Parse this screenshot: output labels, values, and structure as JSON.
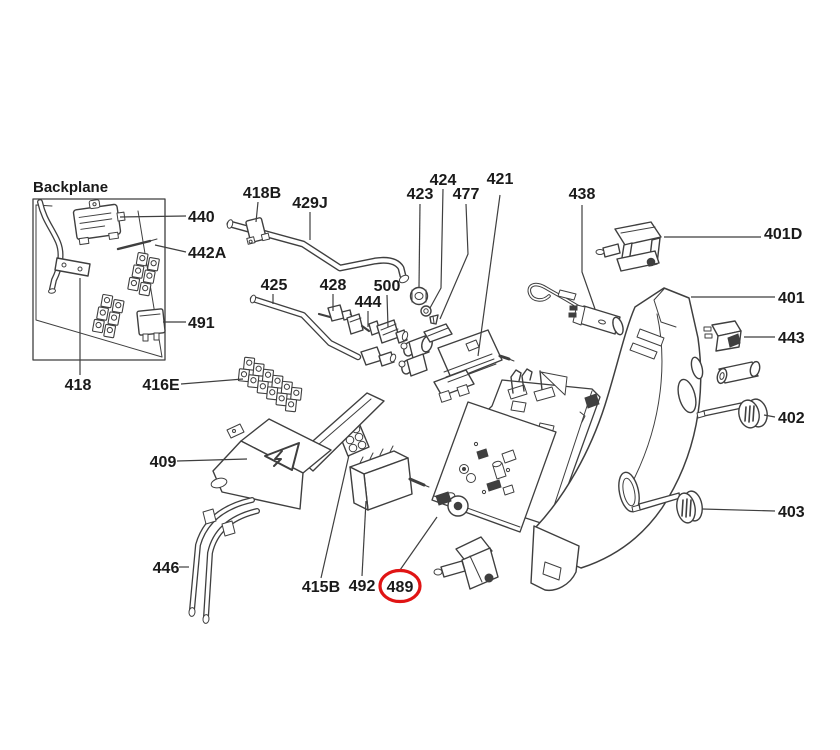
{
  "diagram": {
    "type": "exploded-parts-diagram",
    "inset_title": "Backplane",
    "highlighted_part": "489",
    "colors": {
      "background": "#ffffff",
      "line": "#3f3f3f",
      "text": "#1a1a1a",
      "highlight_circle": "#e01414"
    },
    "part_labels": {
      "p440": "440",
      "p442A": "442A",
      "p491": "491",
      "p418": "418",
      "p416E": "416E",
      "p418B": "418B",
      "p429J": "429J",
      "p425": "425",
      "p428": "428",
      "p444": "444",
      "p500": "500",
      "p423": "423",
      "p424": "424",
      "p477": "477",
      "p421": "421",
      "p438": "438",
      "p401D": "401D",
      "p401": "401",
      "p443": "443",
      "p402": "402",
      "p403": "403",
      "p409": "409",
      "p446": "446",
      "p415B": "415B",
      "p492": "492",
      "p489": "489"
    }
  }
}
